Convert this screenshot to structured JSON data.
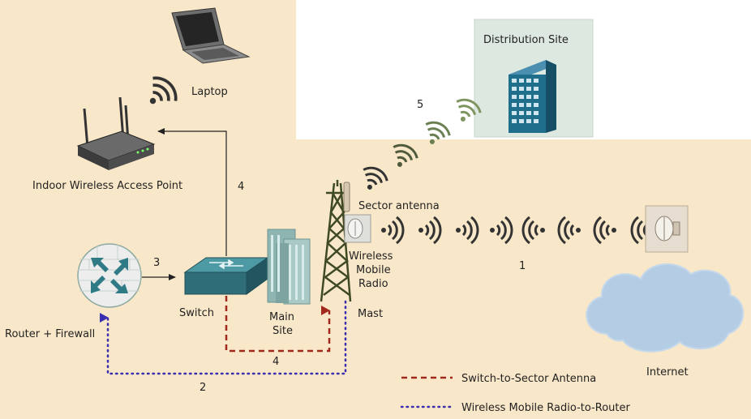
{
  "labels": {
    "laptop": "Laptop",
    "access_point": "Indoor Wireless Access Point",
    "distribution_site": "Distribution Site",
    "sector_antenna": "Sector antenna",
    "radio_line1": "Wireless",
    "radio_line2": "Mobile",
    "radio_line3": "Radio",
    "mast": "Mast",
    "switch": "Switch",
    "main_site_line1": "Main",
    "main_site_line2": "Site",
    "router": "Router + Firewall",
    "internet": "Internet"
  },
  "links": {
    "link_1": "1",
    "link_2": "2",
    "link_3": "3",
    "link_4_upper": "4",
    "link_4_lower": "4",
    "link_5": "5"
  },
  "legend": [
    {
      "label": "Switch-to-Sector Antenna",
      "color": "#a0281c",
      "style": "dashed"
    },
    {
      "label": "Wireless Mobile Radio-to-Router",
      "color": "#3a2fb0",
      "style": "dotted"
    }
  ],
  "colors": {
    "background": "#f9e7c9",
    "distribution_bg": "#dde8e0",
    "building": "#1f6f8c",
    "switch": "#2f6d78",
    "wave": "#333333",
    "wave_green": "#7e9560",
    "cloud": "#b5cde4"
  }
}
